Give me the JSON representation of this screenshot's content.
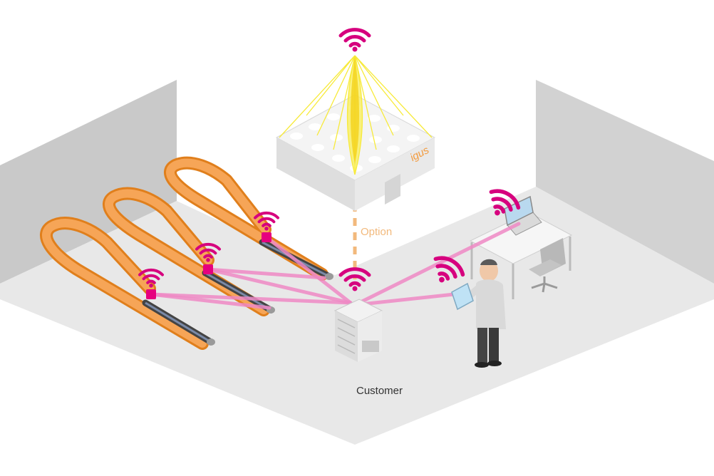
{
  "labels": {
    "option": "Option",
    "customer": "Customer",
    "logo": "igus"
  },
  "colors": {
    "signal": "#d6007e",
    "link": "#ee88c4",
    "chain": "#f39a3c",
    "chain_dark": "#e07f1c",
    "option_line": "#f2b97c",
    "floor": "#e6e6e6",
    "wall": "#c9c9c9",
    "beam": "#f7ea3a",
    "text": "#333333"
  },
  "icons": [
    "wifi-icon",
    "server-icon",
    "laptop-icon",
    "tablet-icon",
    "person-icon",
    "chair-icon",
    "igus-logo"
  ]
}
